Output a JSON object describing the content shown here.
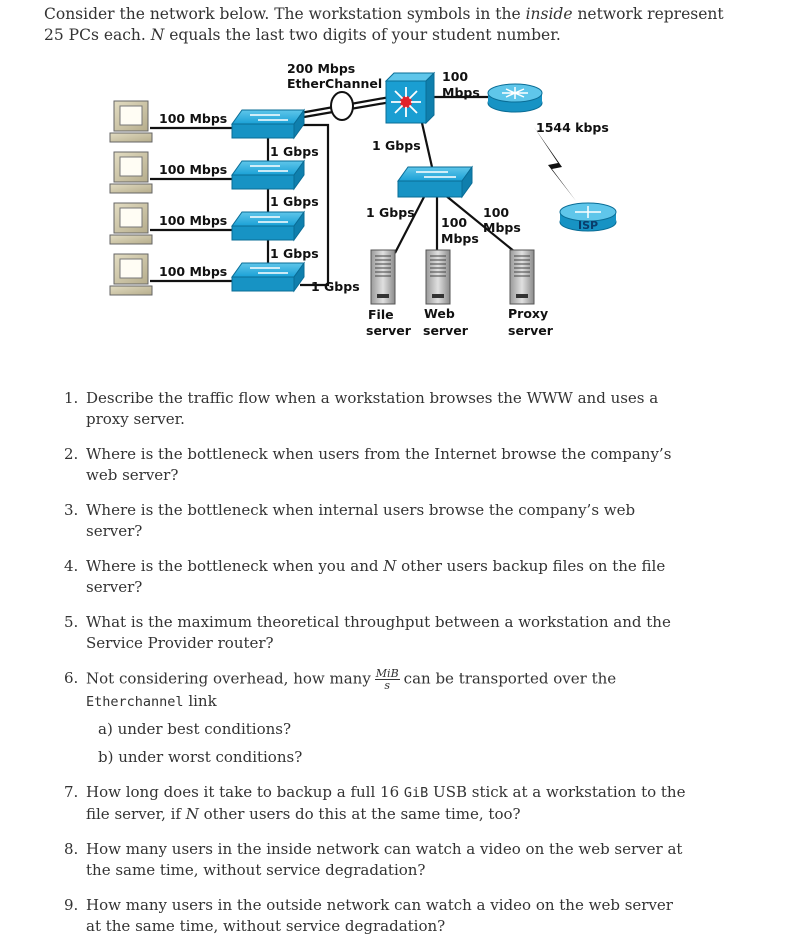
{
  "intro": {
    "line1_a": "Consider the network below. The workstation symbols in the ",
    "line1_em": "inside",
    "line1_b": " network represent",
    "line2_a": "25 PCs each. ",
    "line2_n": "N",
    "line2_b": " equals the last two digits of your student number."
  },
  "diagram": {
    "etherchannel_speed": "200 Mbps",
    "etherchannel_label": "EtherChannel",
    "router_speed_1": "100",
    "router_speed_2": "Mbps",
    "wan_speed": "1544 kbps",
    "isp_label": "ISP",
    "core_uplink": "1 Gbps",
    "pc_links": [
      "100 Mbps",
      "100 Mbps",
      "100 Mbps",
      "100 Mbps"
    ],
    "stack_links": [
      "1 Gbps",
      "1 Gbps",
      "1 Gbps"
    ],
    "bottom_link": "1 Gbps",
    "file_link": "1 Gbps",
    "web_link_1": "100",
    "web_link_2": "Mbps",
    "proxy_link_1": "100",
    "proxy_link_2": "Mbps",
    "file_server_1": "File",
    "file_server_2": "server",
    "web_server_1": "Web",
    "web_server_2": "server",
    "proxy_server_1": "Proxy",
    "proxy_server_2": "server"
  },
  "questions": {
    "q1_num": "1.",
    "q1": "Describe the traffic flow when a workstation browses the WWW and uses a proxy server.",
    "q2_num": "2.",
    "q2": "Where is the bottleneck when users from the Internet browse the company’s web server?",
    "q3_num": "3.",
    "q3": "Where is the bottleneck when internal users browse the company’s web server?",
    "q4_num": "4.",
    "q4_a": "Where is the bottleneck when you and ",
    "q4_n": "N",
    "q4_b": " other users backup files on the file server?",
    "q5_num": "5.",
    "q5": "What is the maximum theoretical throughput between a workstation and the Service Provider router?",
    "q6_num": "6.",
    "q6_a": "Not considering overhead, how many",
    "q6_frac_top": "MiB",
    "q6_frac_bot": "s",
    "q6_b": "can be transported over the ",
    "q6_code": "Etherchannel",
    "q6_c": " link",
    "q6a": "a) under best conditions?",
    "q6b": "b) under worst conditions?",
    "q7_num": "7.",
    "q7_a": "How long does it take to backup a full 16 ",
    "q7_code": "GiB",
    "q7_b": " USB stick at a workstation to the file server, if ",
    "q7_n": "N",
    "q7_c": " other users do this at the same time, too?",
    "q8_num": "8.",
    "q8": "How many users in the inside network can watch a video on the web server at the same time, without service degradation?",
    "q9_num": "9.",
    "q9": "How many users in the outside network can watch a video on the web server at the same time, without service degradation?"
  }
}
